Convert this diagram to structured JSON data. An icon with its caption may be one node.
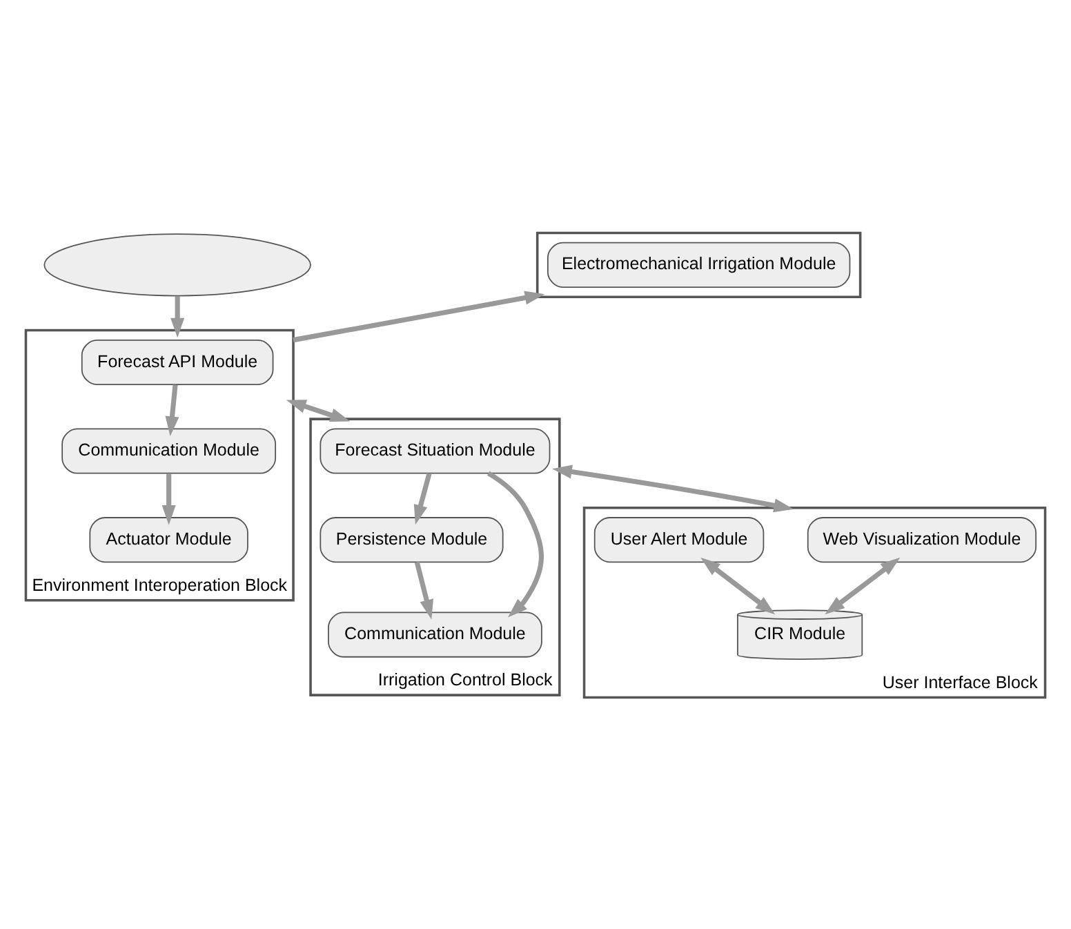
{
  "diagram": {
    "nodes": [
      {
        "text": [],
        "shape": "cloud"
      },
      {
        "text": [
          "Environment Interoperation Block"
        ]
      },
      {
        "text": [
          "Forecast API Module"
        ],
        "in": 1
      },
      {
        "text": [
          "Communication Module"
        ],
        "in": 1
      },
      {
        "text": [
          "Actuator Module"
        ],
        "in": 1
      },
      {
        "text": [],
        "shape": "box"
      },
      {
        "text": [
          "Electromechanical Irrigation Module"
        ],
        "in": 5
      },
      {
        "text": [
          "Irrigation Control Block"
        ]
      },
      {
        "text": [
          "Forecast Situation Module"
        ],
        "in": 7
      },
      {
        "text": [
          "Persistence Module"
        ],
        "in": 7
      },
      {
        "text": [
          "Communication Module"
        ],
        "in": 7
      },
      {
        "text": [
          "User Interface Block"
        ]
      },
      {
        "text": [
          "Web Visualization Module"
        ],
        "in": 11
      },
      {
        "text": [
          "User Alert Module"
        ],
        "in": 11
      },
      {
        "text": [
          "CIR Module"
        ],
        "in": 11
      }
    ],
    "edges": [
      {
        "from": 0,
        "to": 1,
        "arrow": "to"
      },
      {
        "from": 2,
        "to": 3,
        "arrow": "to"
      },
      {
        "from": 3,
        "to": 4,
        "arrow": "to"
      },
      {
        "from": 1,
        "to": 5,
        "arrow": "to"
      },
      {
        "from": 1,
        "to": 7,
        "arrow": "both"
      },
      {
        "from": 8,
        "to": 9,
        "arrow": "to"
      },
      {
        "from": 8,
        "to": 10,
        "arrow": "to"
      },
      {
        "from": 9,
        "to": 10,
        "arrow": "to"
      },
      {
        "from": 7,
        "to": 11,
        "arrow": "both"
      },
      {
        "from": 12,
        "to": 14,
        "arrow": "both"
      },
      {
        "from": 13,
        "to": 14,
        "arrow": "both"
      }
    ]
  }
}
